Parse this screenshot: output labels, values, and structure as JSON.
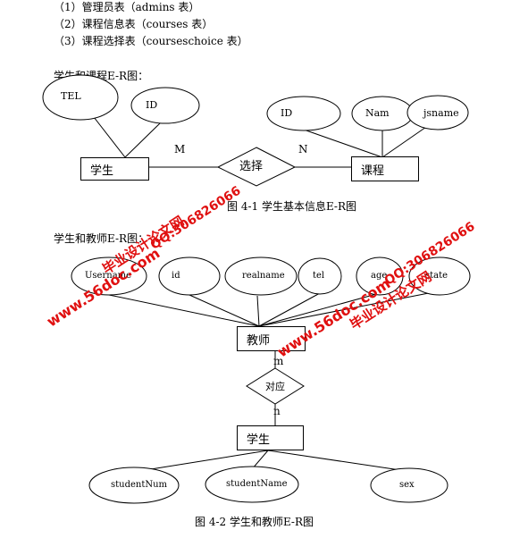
{
  "intro": {
    "line1": "（1）管理员表（admins 表）",
    "line2": "（2）课程信息表（courses 表）",
    "line3": "（3）课程选择表（courseschoice 表）"
  },
  "diagram1": {
    "section_label": "学生和课程E-R图：",
    "entity_student": "学生",
    "entity_course": "课程",
    "relationship": "选择",
    "card_m": "M",
    "card_n": "N",
    "student_attrs": [
      "TEL",
      "ID"
    ],
    "course_attrs": [
      "ID",
      "Nam",
      "jsname"
    ],
    "caption": "图 4-1 学生基本信息E-R图"
  },
  "diagram2": {
    "section_label": "学生和教师E-R图：",
    "entity_teacher": "教师",
    "entity_student": "学生",
    "relationship": "对应",
    "card_m": "m",
    "card_n": "n",
    "teacher_attrs": [
      "Username",
      "id",
      "realname",
      "tel",
      "age",
      "state"
    ],
    "student_attrs": [
      "studentNum",
      "studentName",
      "sex"
    ],
    "caption": "图 4-2 学生和教师E-R图"
  },
  "watermarks": {
    "site": "www.56doc.com",
    "qq": "QQ:306826066",
    "brand": "毕业设计论文网"
  }
}
